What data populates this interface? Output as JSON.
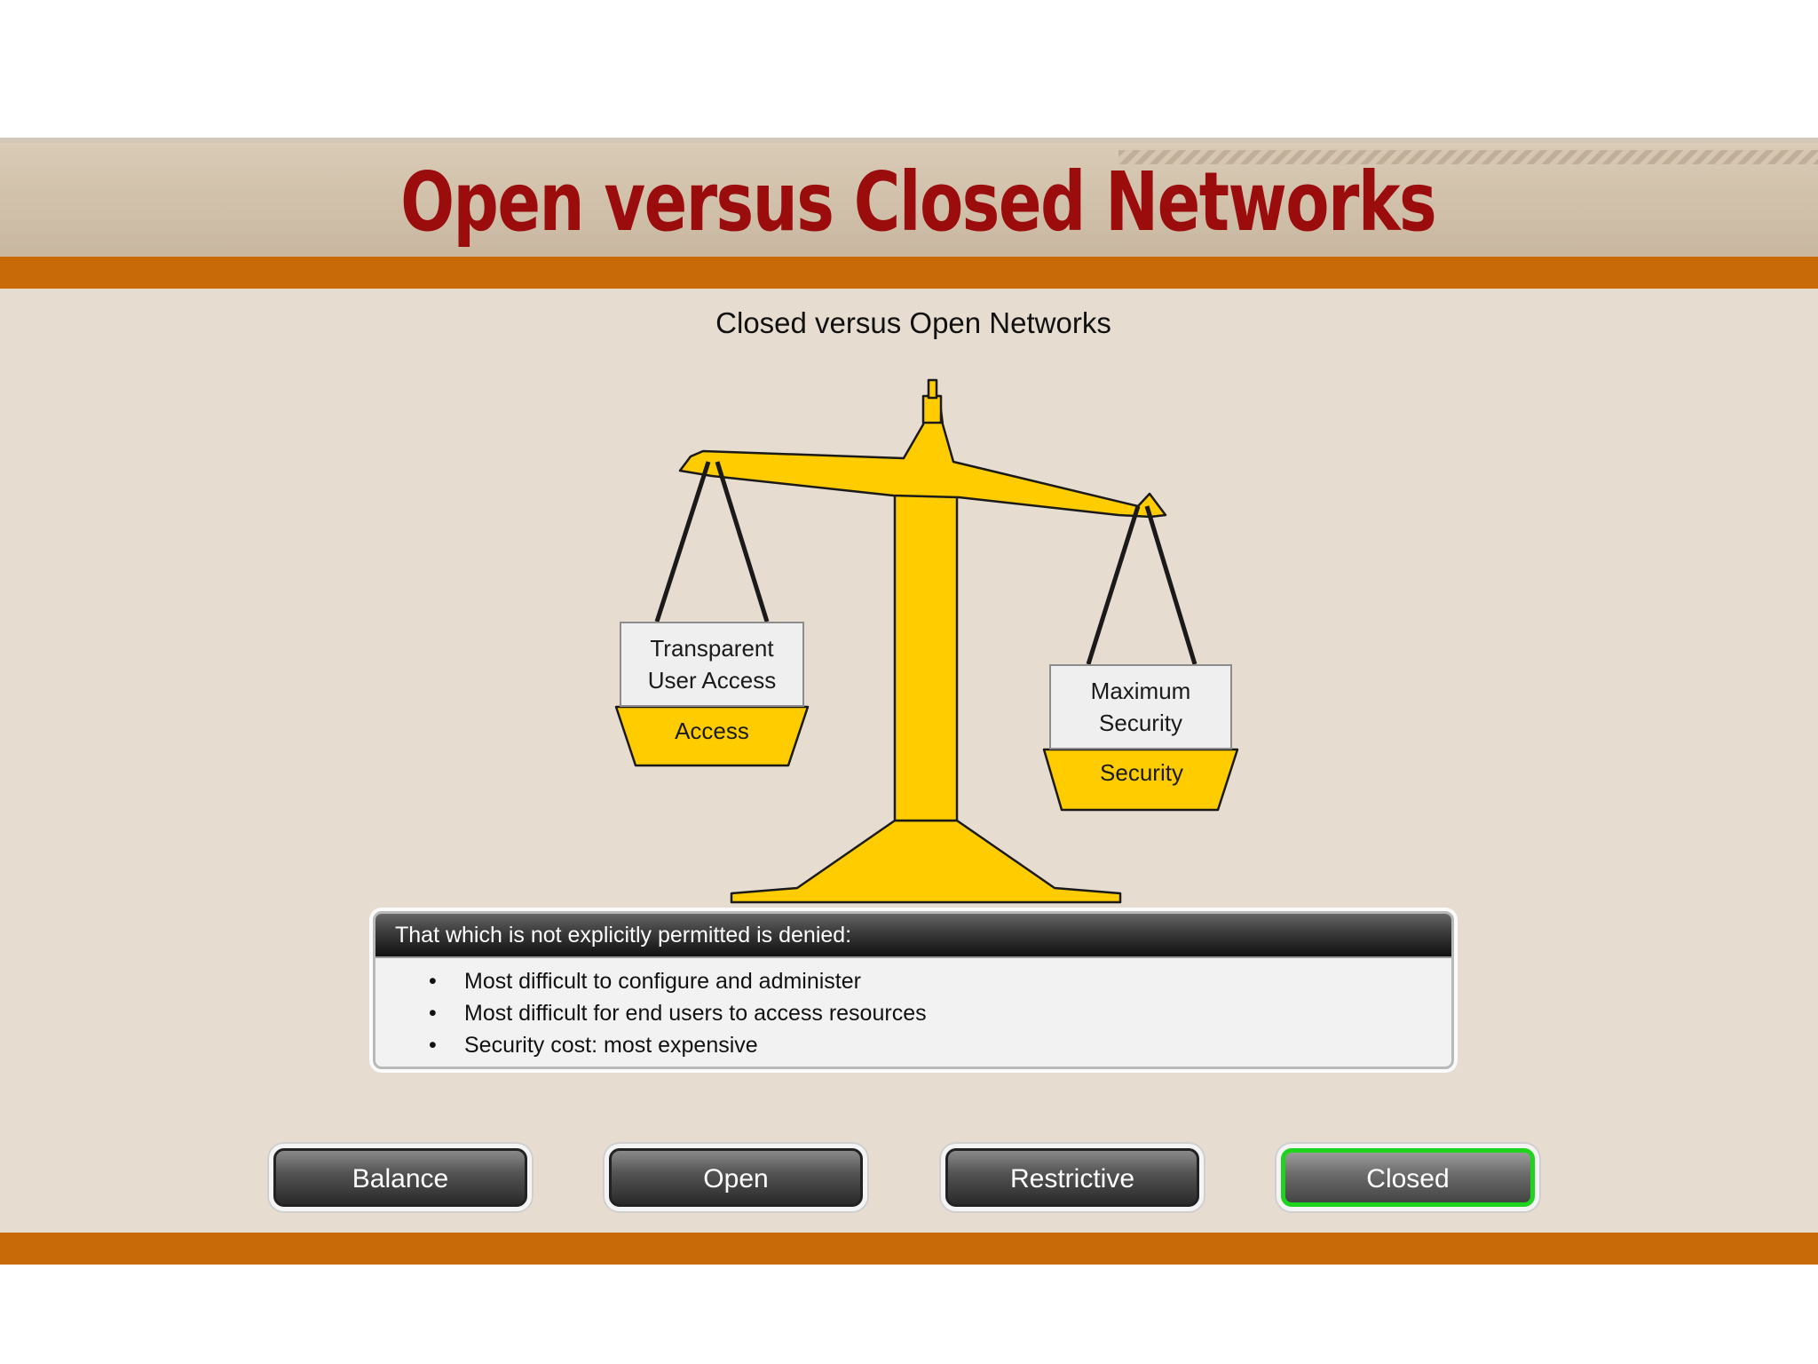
{
  "slide": {
    "title": "Open versus Closed Networks"
  },
  "diagram": {
    "title": "Closed versus Open Networks",
    "left_pan": {
      "label": "Transparent User Access",
      "label_line1": "Transparent",
      "label_line2": "User Access",
      "weight_label": "Access"
    },
    "right_pan": {
      "label": "Maximum Security",
      "label_line1": "Maximum",
      "label_line2": "Security",
      "weight_label": "Security"
    },
    "colors": {
      "scale_fill": "#ffcc00",
      "scale_stroke": "#1a1a1a",
      "active_border": "#1fd41f"
    }
  },
  "info_box": {
    "header": "That which is not explicitly permitted is denied:",
    "items": [
      "Most difficult to configure and administer",
      "Most difficult for end users to access resources",
      "Security cost: most expensive"
    ]
  },
  "buttons": [
    {
      "label": "Balance",
      "active": false
    },
    {
      "label": "Open",
      "active": false
    },
    {
      "label": "Restrictive",
      "active": false
    },
    {
      "label": "Closed",
      "active": true
    }
  ]
}
